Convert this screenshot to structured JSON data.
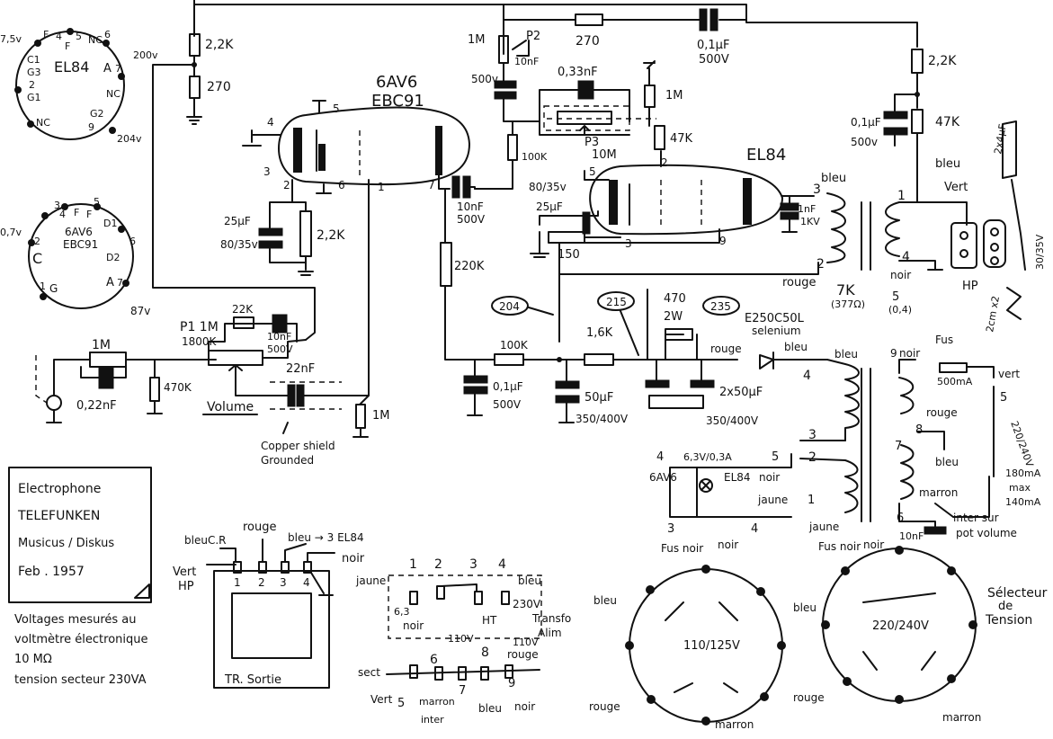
{
  "title_box": {
    "line1": "Electrophone",
    "line2": "TELEFUNKEN",
    "line3": "Musicus / Diskus",
    "line4": "Feb . 1957"
  },
  "notes": {
    "line1": "Voltages mesurés au",
    "line2": "voltmètre électronique",
    "line3": "10 MΩ",
    "line4": "tension secteur 230VA"
  },
  "tubes": {
    "v1_type": "6AV6",
    "v1_alt": "EBC91",
    "v2_type": "EL84"
  },
  "el84_base": {
    "name": "EL84",
    "pins": [
      "F",
      "4",
      "F",
      "5",
      "NC",
      "6",
      "7,5v",
      "C1",
      "G3",
      "2",
      "G1",
      "NC",
      "G2",
      "9",
      "A",
      "7",
      "NC",
      "200v",
      "204v"
    ]
  },
  "ebc91_base": {
    "name1": "6AV6",
    "name2": "EBC91",
    "pins": [
      "F",
      "4",
      "F",
      "5",
      "D1",
      "6",
      "3",
      "2",
      "C",
      "1",
      "G",
      "A",
      "7",
      "D2",
      "0,7v",
      "87v"
    ]
  },
  "components": {
    "r_2k2_top": "2,2K",
    "r_270_top": "270",
    "r_1m_p2": "1M",
    "p2": "P2",
    "v_500": "500v",
    "c_10nf_a": "10nF",
    "r_270_b": "270",
    "c_01uf_top": "0,1µF",
    "v_500b": "500V",
    "r_2k2_right": "2,2K",
    "c_033nf": "0,33nF",
    "r_1m_b": "1M",
    "r_100k_a": "100K",
    "p3": "P3",
    "p3_val": "10M",
    "r_47k_a": "47K",
    "c_01uf_right": "0,1µF",
    "v_500c": "500v",
    "r_47k_b": "47K",
    "c_25uf_a": "25µF",
    "v_80_35": "80/35v",
    "r_2k2_mid": "2,2K",
    "c_10nf_b": "10nF",
    "v_500d": "500V",
    "c_80_35b": "80/35v",
    "c_25uf_b": "25µF",
    "r_150": "150",
    "c_1nf": "1nF",
    "v_1kv": "1KV",
    "r_220k": "220K",
    "c_22k": "22K",
    "c_10nf_c": "10nF",
    "v_500e": "500V",
    "p1": "P1 1M",
    "p1_b": "1800K",
    "c_22nf": "22nF",
    "r_1m_in": "1M",
    "c_022nf": "0,22nF",
    "r_470k": "470K",
    "volume": "Volume",
    "r_1m_g": "1M",
    "copper1": "Copper shield",
    "copper2": "Grounded",
    "r_100k_b": "100K",
    "c_01uf_b": "0,1µF",
    "v_500f": "500V",
    "r_1k6": "1,6K",
    "c_50uf": "50µF",
    "v_350_400": "350/400V",
    "r_470": "470",
    "r_470_w": "2W",
    "c_2x50": "2x50µF",
    "v_350_400b": "350/400V",
    "rect": "E250C50L",
    "rect_sub": "selenium",
    "v_204": "204",
    "v_215": "215",
    "v_235": "235",
    "rouge_a": "rouge",
    "bleu_a": "bleu",
    "bleu_b": "bleu",
    "bleu_c": "bleu",
    "rouge_b": "rouge",
    "ot_7k": "7K",
    "ot_377": "(377Ω)",
    "ot_5": "5",
    "ot_04": "(0,4)",
    "vert_a": "Vert",
    "noir_a": "noir",
    "hp": "HP",
    "c_224": "2x4µF",
    "v_30_35": "30/35V",
    "c_2x": "2cm x2",
    "fus": "Fus",
    "noir_b": "noir",
    "fuse_val": "500mA",
    "vert_b": "vert",
    "rouge_c": "rouge",
    "bleu_d": "bleu",
    "marron": "marron",
    "v_220_240": "220/240V",
    "i1": "180mA",
    "i2": "max",
    "i3": "140mA",
    "inter1": "inter sur",
    "inter2": "pot volume",
    "c_10nf_d": "10nF",
    "heat": "6,3V/0,3A",
    "jaune": "jaune",
    "jaune_b": "jaune",
    "noir_c": "noir",
    "el84_v": "EL84",
    "av6_v": "6AV6"
  },
  "pin_labels": {
    "n1": "1",
    "n2": "2",
    "n3": "3",
    "n4": "4",
    "n5": "5",
    "n6": "6",
    "n7": "7",
    "n8": "8",
    "n9": "9"
  },
  "output_tr": {
    "bleu_cr": "bleuC.R",
    "rouge": "rouge",
    "bleu_el84": "bleu → 3 EL84",
    "noir": "noir",
    "vert_hp_1": "Vert",
    "vert_hp_2": "HP",
    "pins": [
      "1",
      "2",
      "3",
      "4"
    ],
    "label": "TR. Sortie"
  },
  "transfo": {
    "numbers": [
      "1",
      "2",
      "3",
      "4"
    ],
    "jaune": "jaune",
    "bleu": "bleu",
    "v63": "6,3",
    "noir": "noir",
    "ht": "HT",
    "v230": "230V",
    "label1": "Transfo",
    "label2": "Alim",
    "v110a": "110V",
    "v110b": "110V",
    "rouge": "rouge",
    "sect": "sect",
    "n5": "5",
    "n6": "6",
    "n7": "7",
    "n8": "8",
    "n9": "9",
    "vert": "Vert",
    "marron": "marron",
    "inter": "inter",
    "bleu2": "bleu",
    "noir2": "noir"
  },
  "selector": {
    "left_label": "110/125V",
    "right_label": "220/240V",
    "fus_noir": "Fus noir",
    "noir": "noir",
    "bleu": "bleu",
    "rouge": "rouge",
    "marron": "marron",
    "title1": "Sélecteur",
    "title2": "de",
    "title3": "Tension"
  }
}
